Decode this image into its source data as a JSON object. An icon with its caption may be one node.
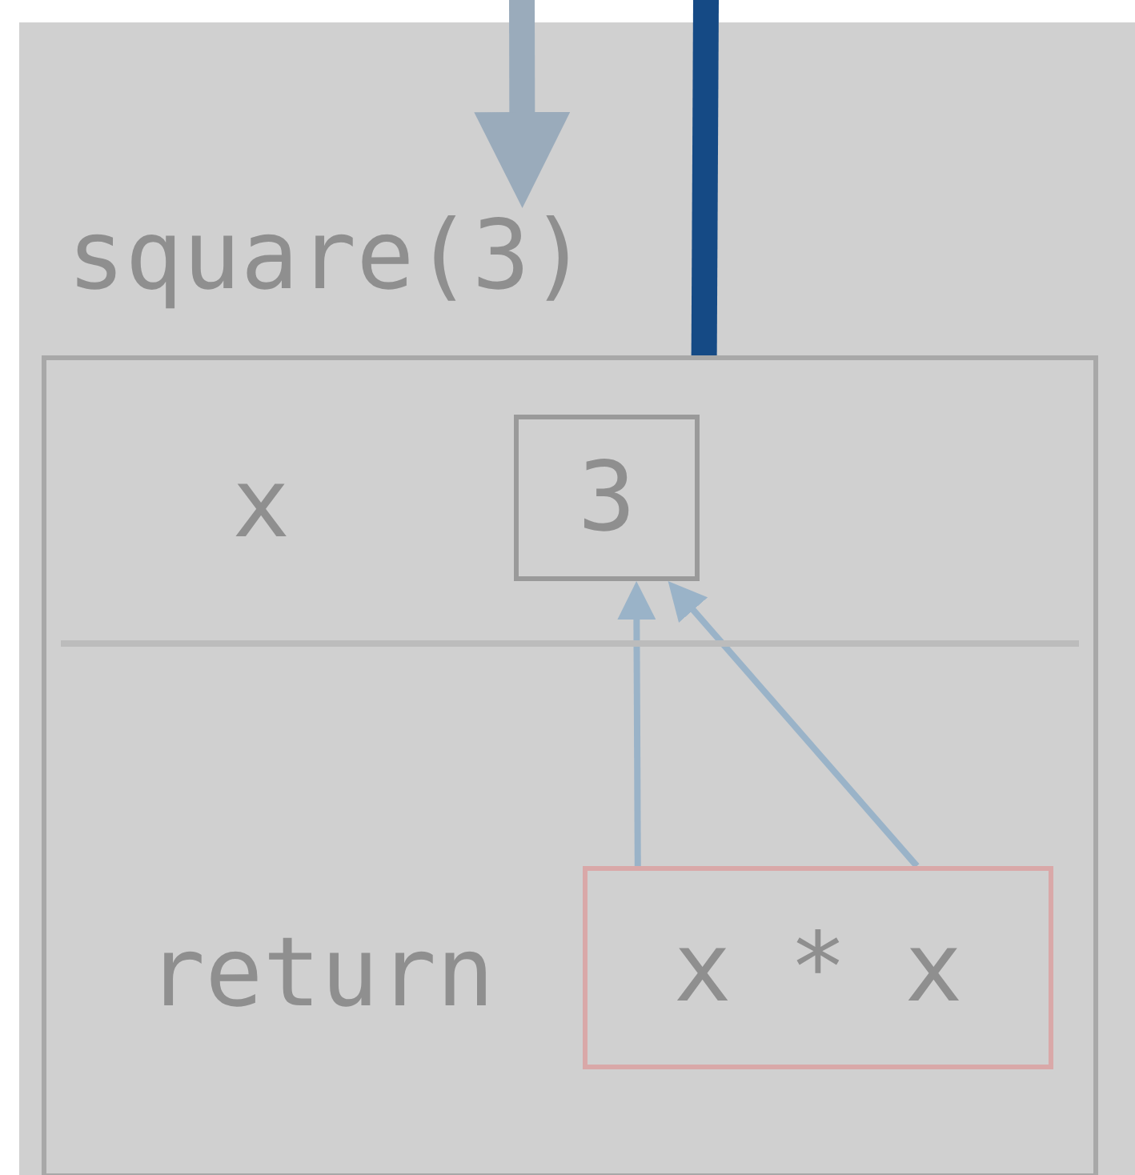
{
  "diagram": {
    "nodes": [
      {
        "text": [
          "square(3)"
        ]
      },
      {
        "text": [
          "3"
        ],
        "in": 0
      },
      {
        "text": [
          "x * x"
        ],
        "in": 0
      }
    ],
    "edges": [
      {
        "from": null,
        "to": 0,
        "arrow": "to",
        "style": "thick",
        "color": "#9aabbb"
      },
      {
        "from": null,
        "to": 0,
        "arrow": "none",
        "style": "thick",
        "color": "#154a85"
      },
      {
        "from": 2,
        "to": 1,
        "arrow": "to"
      },
      {
        "from": 2,
        "to": 1,
        "arrow": "to"
      }
    ],
    "labels": [
      "x",
      "return"
    ]
  }
}
